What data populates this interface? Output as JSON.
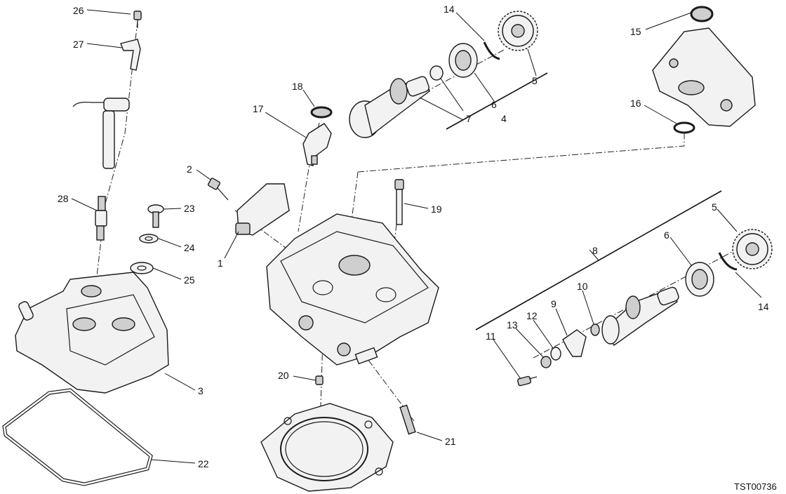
{
  "diagram": {
    "drawing_code": "TST00736",
    "callouts": [
      "26",
      "27",
      "28",
      "23",
      "24",
      "25",
      "3",
      "22",
      "2",
      "1",
      "18",
      "17",
      "14",
      "5",
      "6",
      "7",
      "4",
      "15",
      "16",
      "19",
      "8",
      "5",
      "6",
      "10",
      "9",
      "12",
      "13",
      "11",
      "14",
      "20",
      "21"
    ]
  }
}
